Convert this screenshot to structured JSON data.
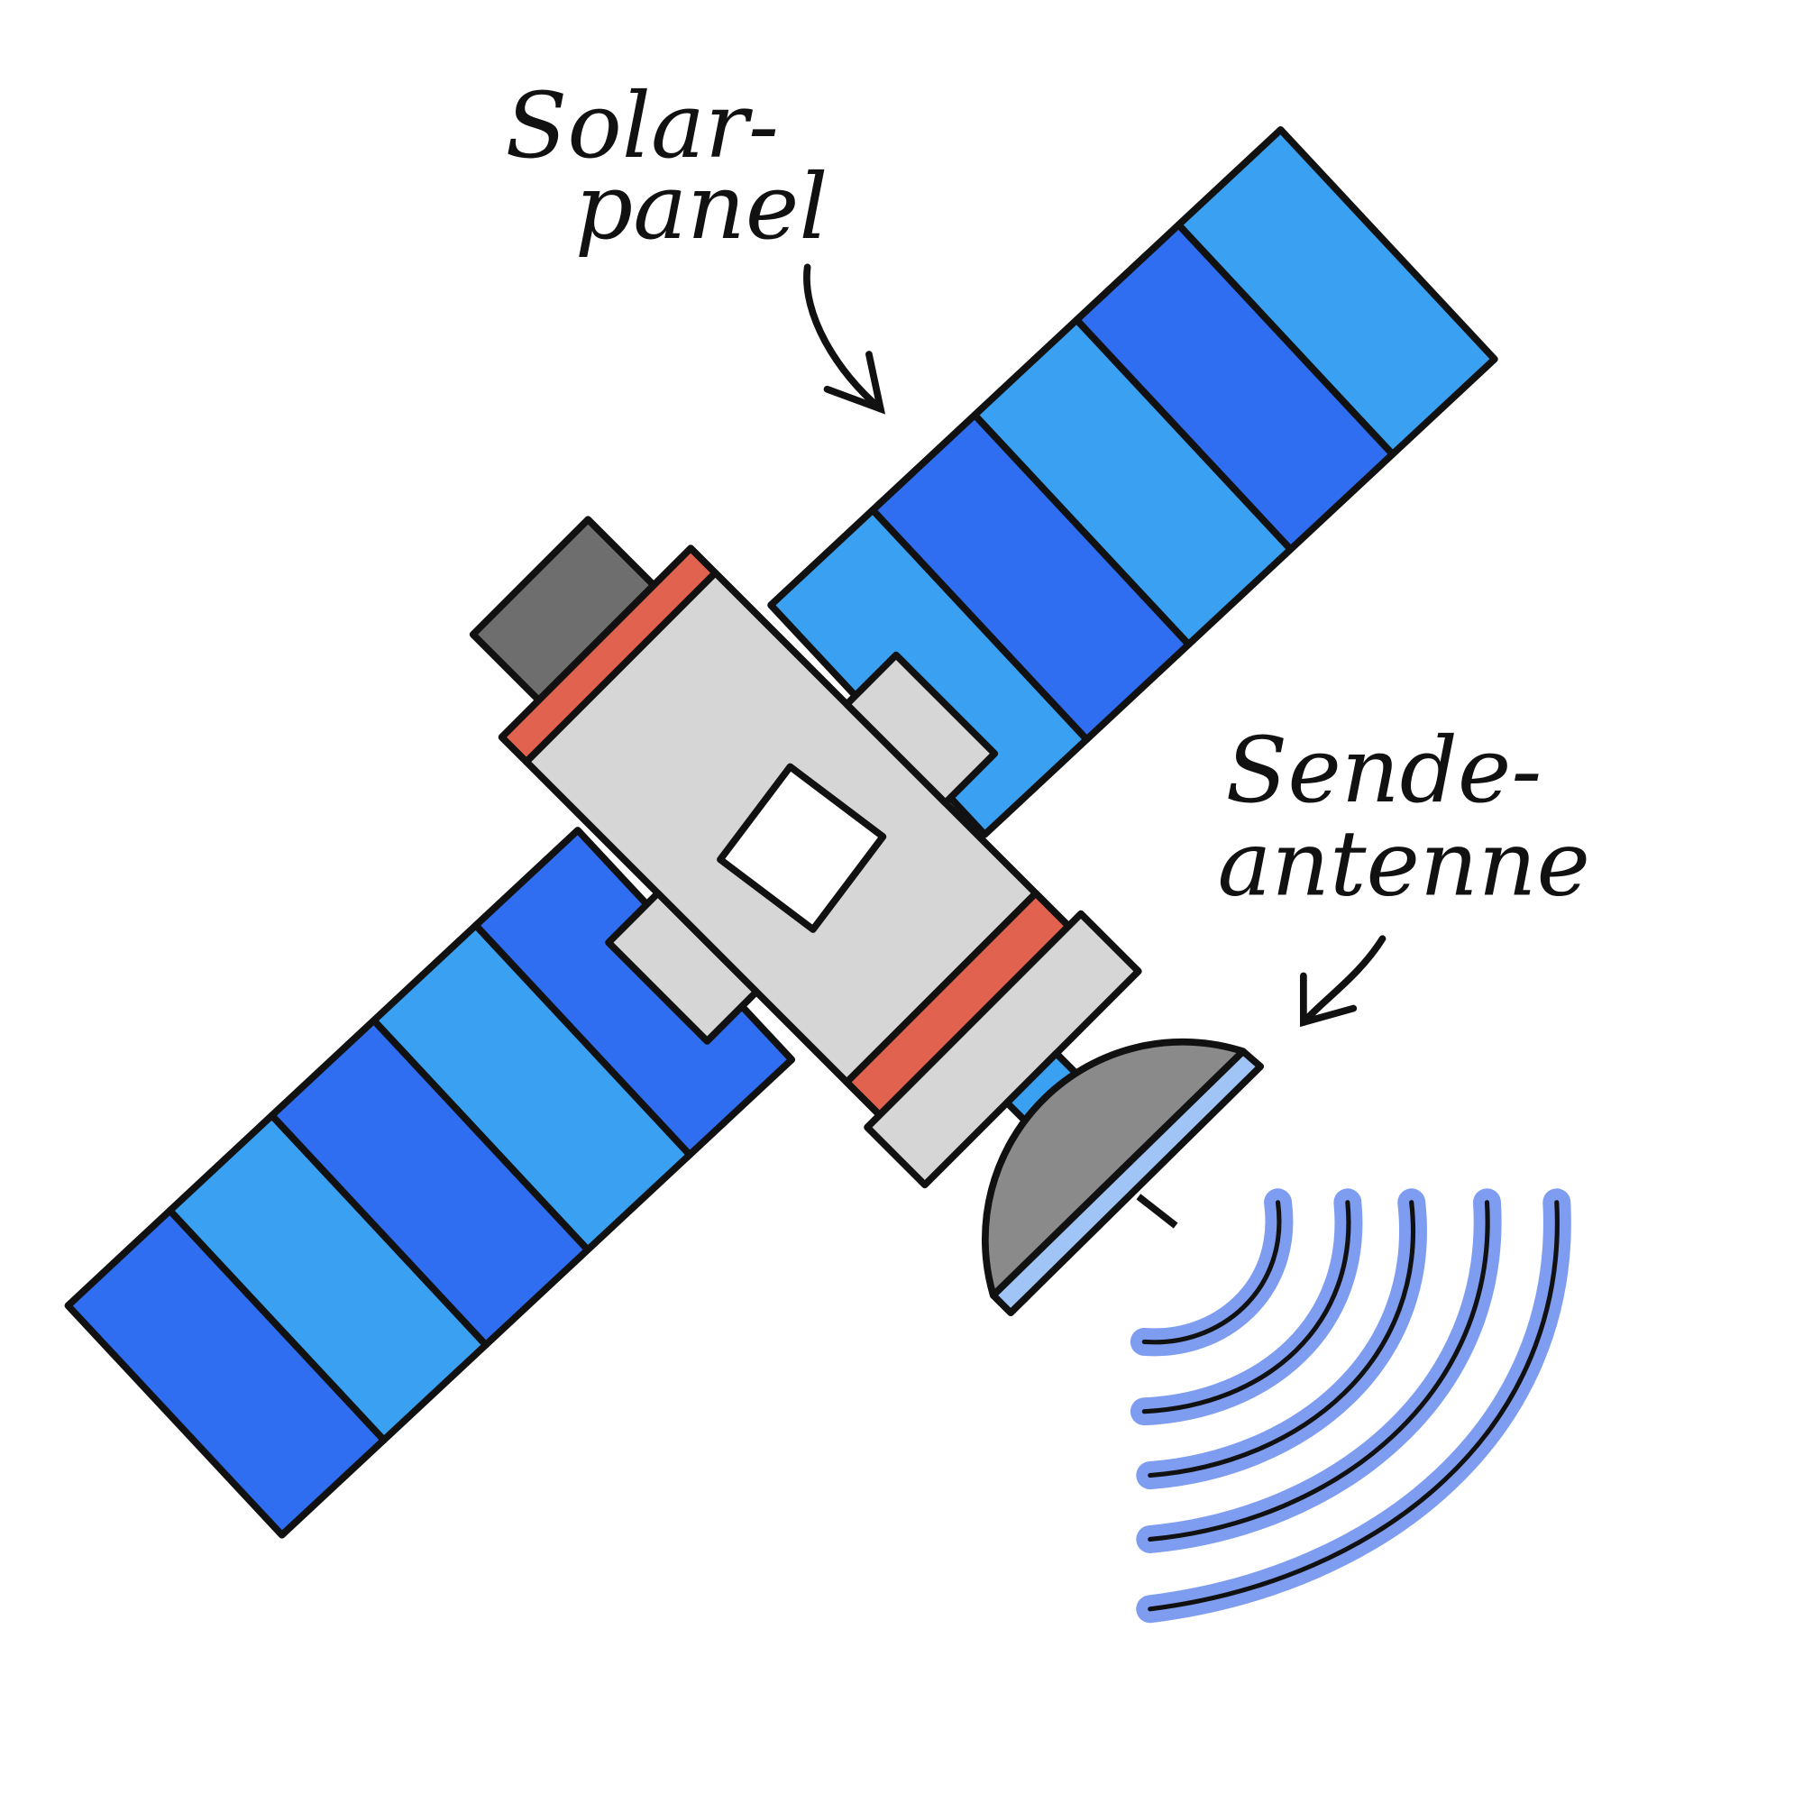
{
  "labels": {
    "solar_panel_line1": "Solar-",
    "solar_panel_line2": "panel",
    "antenna_line1": "Sende-",
    "antenna_line2": "antenne"
  },
  "colors": {
    "panel_light": "#3aa0f2",
    "panel_dark": "#2f6ef0",
    "body": "#d6d6d6",
    "accent_red": "#e0624f",
    "dish": "#8a8a8a",
    "waves": "#7f9df0",
    "outline": "#111111"
  }
}
